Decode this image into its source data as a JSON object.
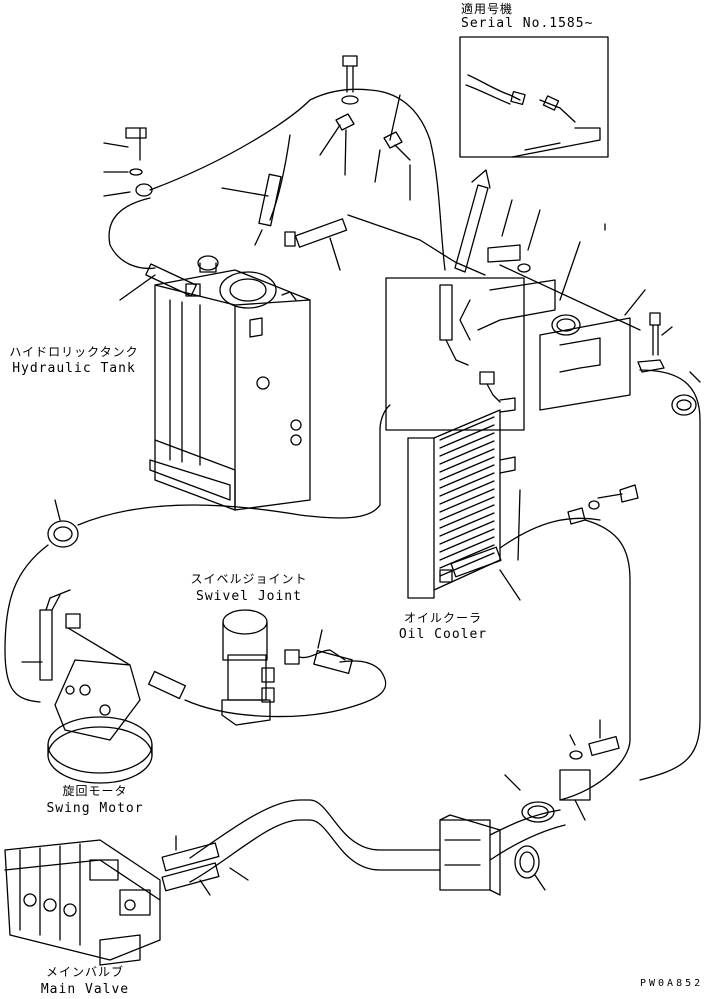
{
  "serial": {
    "jp": "適用号機",
    "en": "Serial No.1585~"
  },
  "labels": {
    "hydraulic_tank": {
      "jp": "ハイドロリックタンク",
      "en": "Hydraulic Tank"
    },
    "swivel_joint": {
      "jp": "スイベルジョイント",
      "en": "Swivel Joint"
    },
    "oil_cooler": {
      "jp": "オイルクーラ",
      "en": "Oil Cooler"
    },
    "swing_motor": {
      "jp": "旋回モータ",
      "en": "Swing Motor"
    },
    "main_valve": {
      "jp": "メインバルブ",
      "en": "Main Valve"
    }
  },
  "drawing_code": "PW0A852"
}
